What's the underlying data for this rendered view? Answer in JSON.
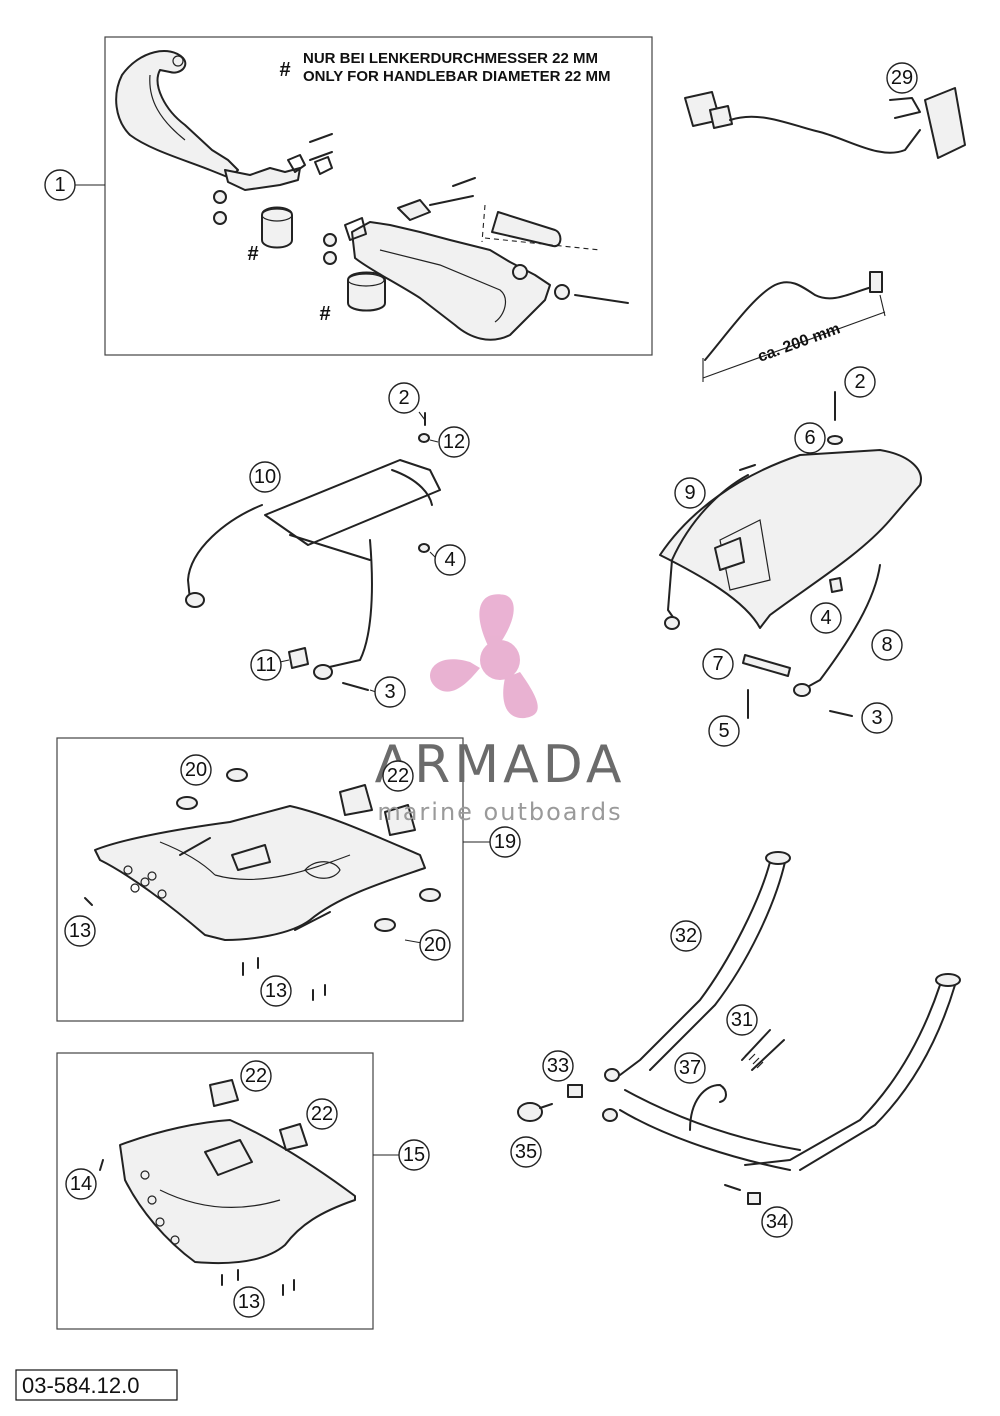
{
  "note": {
    "symbol": "#",
    "line1": "NUR BEI LENKERDURCHMESSER 22 MM",
    "line2": "ONLY FOR HANDLEBAR DIAMETER 22 MM"
  },
  "dimension": {
    "label": "ca. 200 mm"
  },
  "callouts": [
    "1",
    "29",
    "2",
    "12",
    "10",
    "4",
    "11",
    "3",
    "2",
    "6",
    "9",
    "4",
    "8",
    "7",
    "3",
    "5",
    "20",
    "22",
    "19",
    "13",
    "20",
    "13",
    "32",
    "31",
    "33",
    "37",
    "35",
    "34",
    "22",
    "22",
    "15",
    "14",
    "13"
  ],
  "watermark": {
    "brand": "ARMADA",
    "tagline": "marine outboards",
    "logo_color": "#e6a5cb"
  },
  "diagram_code": "03-584.12.0"
}
